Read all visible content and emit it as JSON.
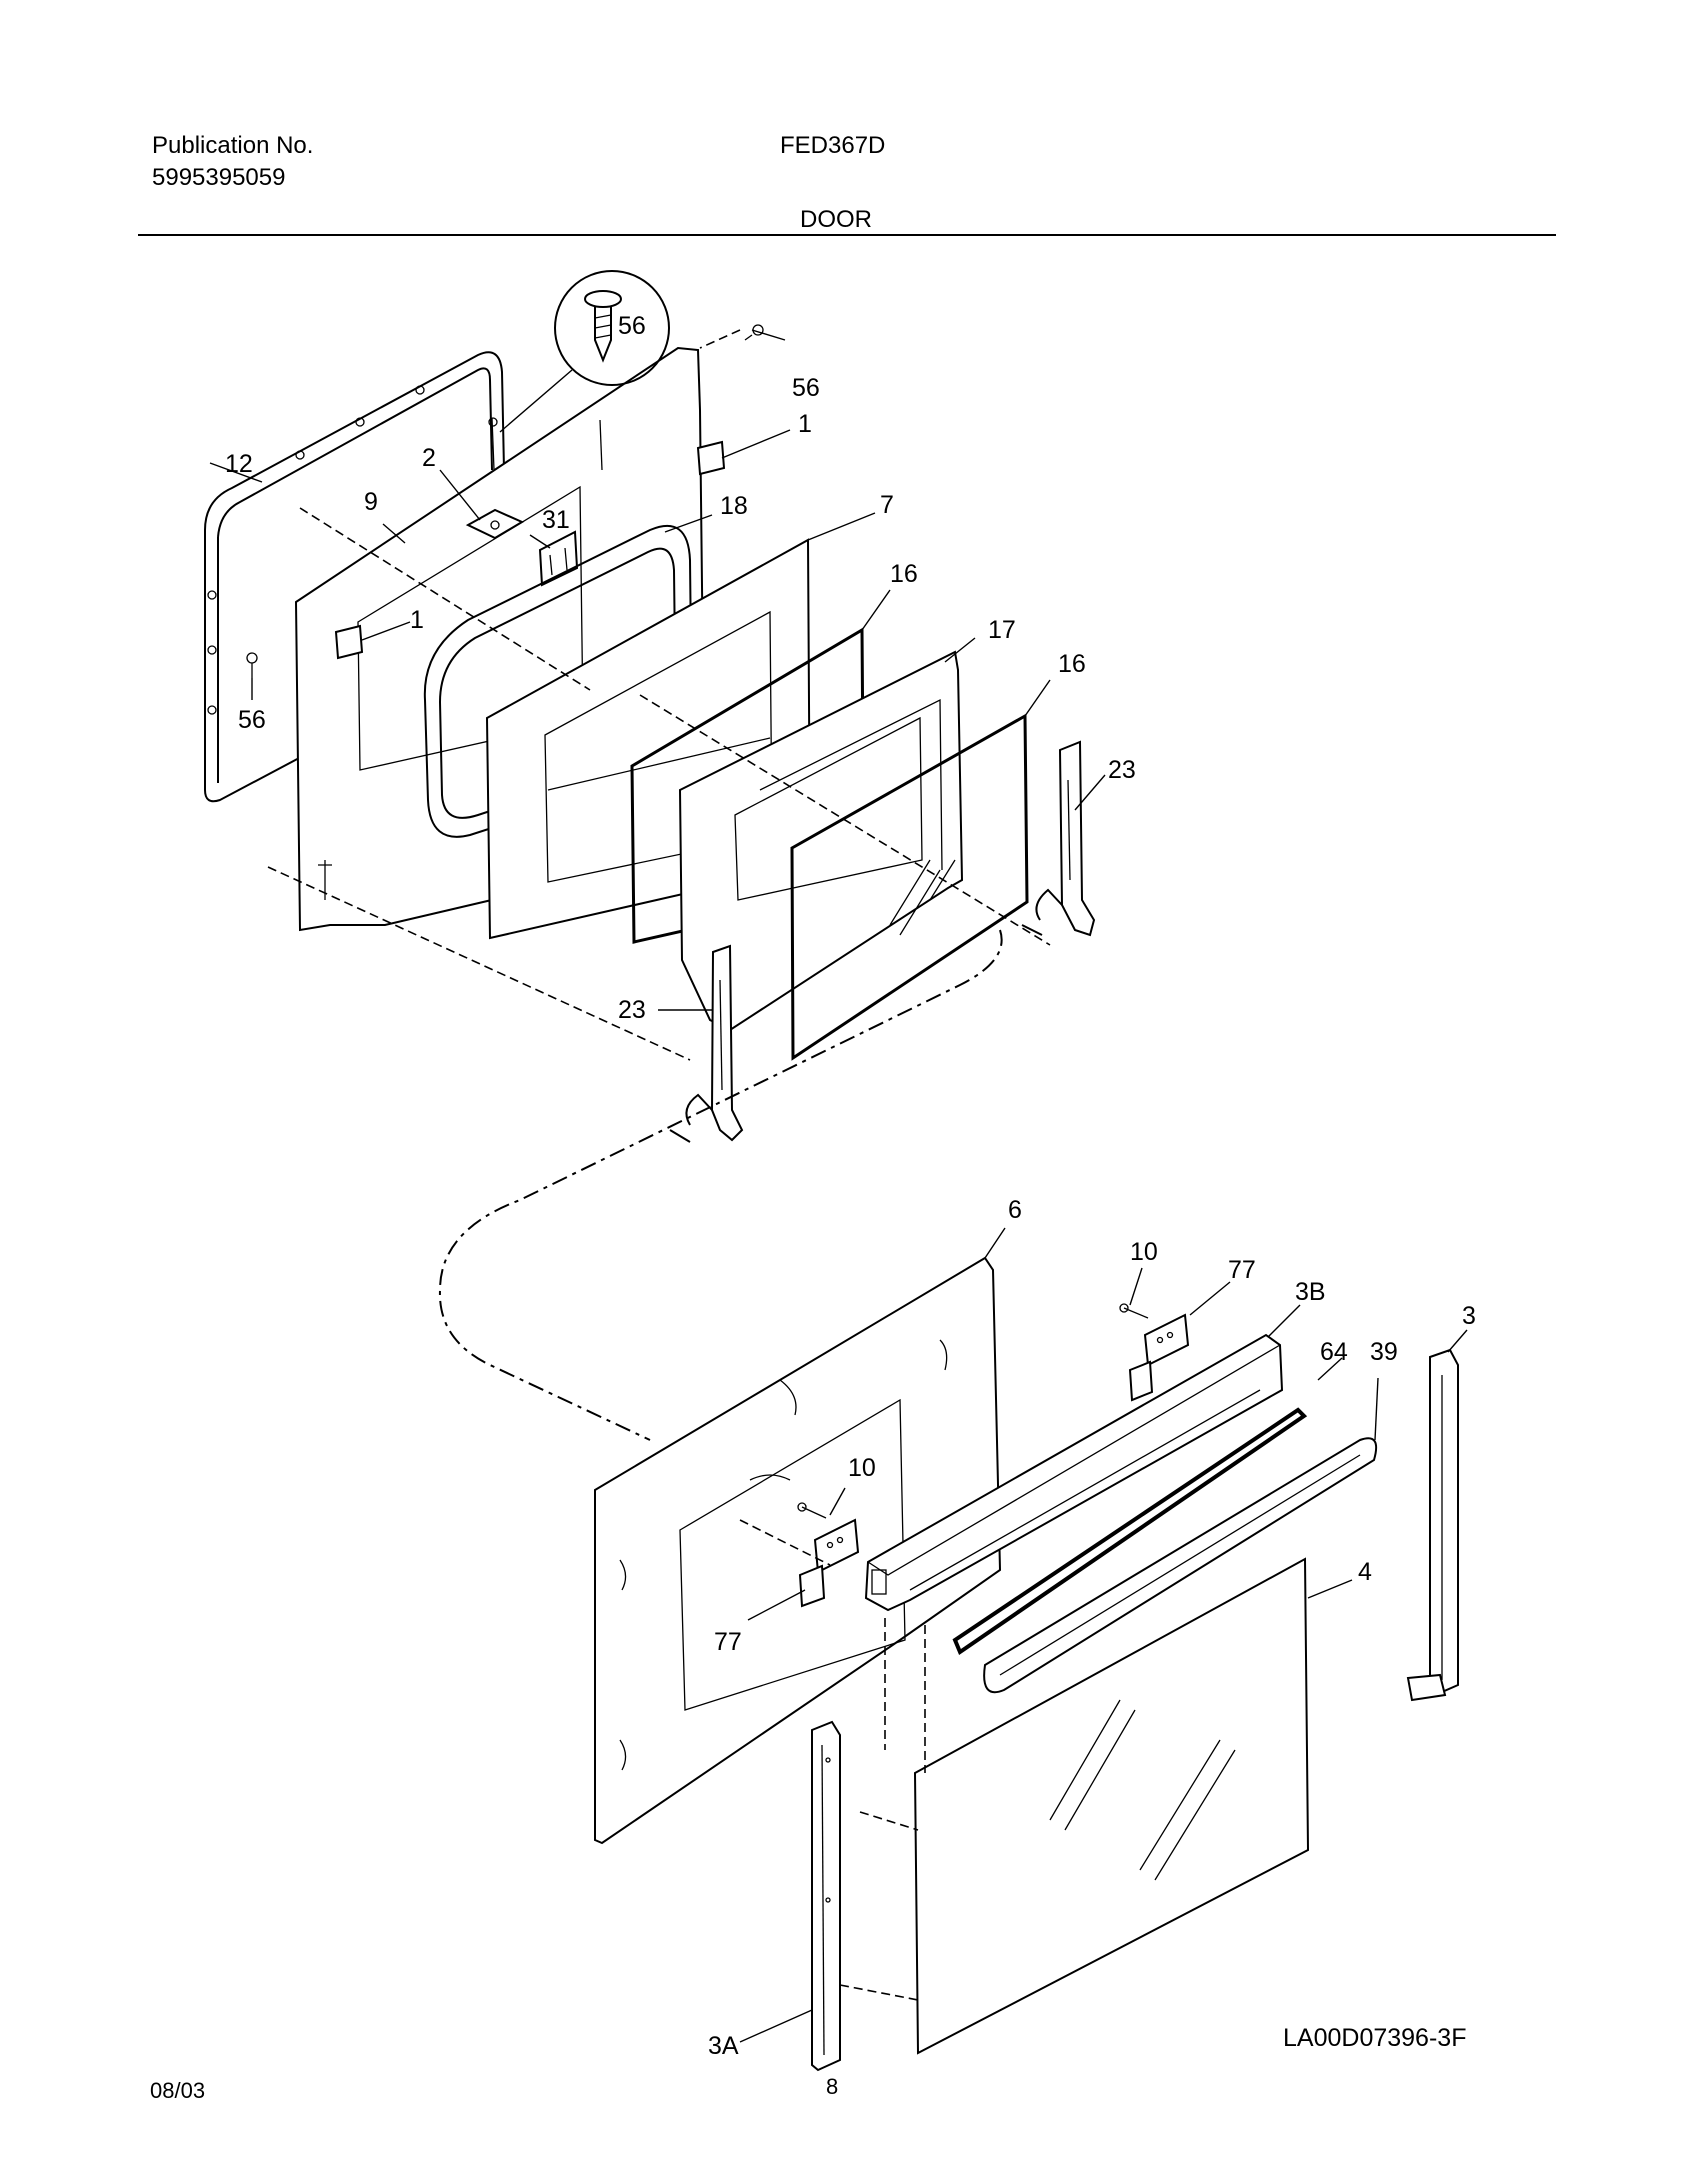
{
  "header": {
    "publication_label": "Publication No.",
    "publication_number": "5995395059",
    "model": "FED367D",
    "section": "DOOR"
  },
  "callouts": {
    "screw_detail": "56",
    "c56a": "56",
    "c1a": "1",
    "c12": "12",
    "c2": "2",
    "c9": "9",
    "c31": "31",
    "c18": "18",
    "c7": "7",
    "c1b": "1",
    "c16a": "16",
    "c17": "17",
    "c16b": "16",
    "c56b": "56",
    "c23a": "23",
    "c23b": "23",
    "c6": "6",
    "c10a": "10",
    "c77a": "77",
    "c3b": "3B",
    "c3": "3",
    "c64": "64",
    "c39": "39",
    "c10b": "10",
    "c4": "4",
    "c77b": "77",
    "c3a": "3A"
  },
  "drawing_code": "LA00D07396-3F",
  "footer": {
    "date": "08/03",
    "page": "8"
  }
}
